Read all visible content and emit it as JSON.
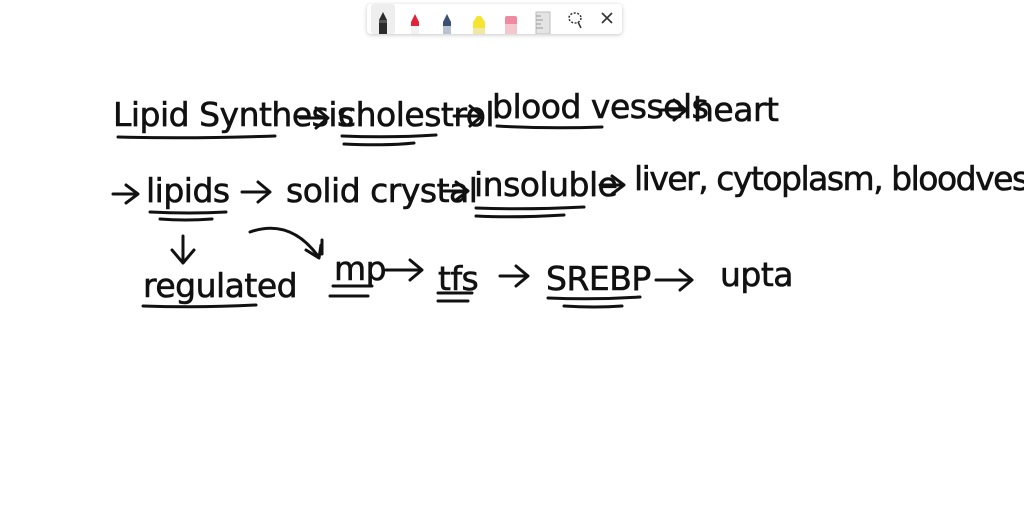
{
  "toolbar": {
    "tools": [
      "black-pen-icon",
      "red-pen-icon",
      "blue-pen-icon",
      "yellow-highlighter-icon",
      "pink-eraser-icon",
      "ruler-icon",
      "lasso-select-icon",
      "close-icon"
    ],
    "colors": {
      "black": "#2b2b2b",
      "red": "#e0233a",
      "blue": "#3a4f73",
      "yellow": "#f5e431",
      "pink": "#f08aa0",
      "ruler": "#d8d8d8"
    }
  },
  "notes": {
    "line1": {
      "lipid_synthesis": "Lipid Synthesis",
      "cholestrol": "cholestrol",
      "blood_vessels": "blood vessels",
      "heart": "heart"
    },
    "line2": {
      "lipids": "lipids",
      "solid_crystal": "solid crystal",
      "insoluble": "insoluble",
      "liver_list": "liver, cytoplasm, bloodvessel"
    },
    "line3": {
      "regulated": "regulated",
      "mp": "mp",
      "tfs": "tfs",
      "srebp": "SREBP",
      "upta": "upta"
    }
  }
}
